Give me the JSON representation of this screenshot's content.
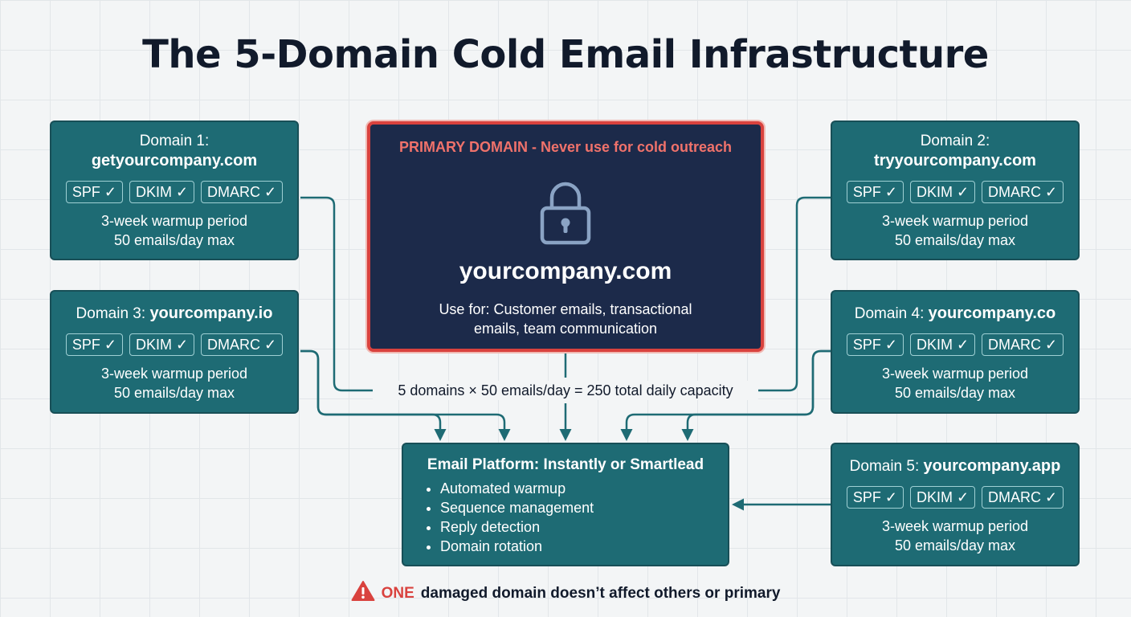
{
  "title": "The 5-Domain Cold Email Infrastructure",
  "domains": [
    {
      "label": "Domain 1:",
      "name": "getyourcompany.com",
      "tags": [
        "SPF ✓",
        "DKIM ✓",
        "DMARC ✓"
      ],
      "warmup": "3-week warmup period",
      "limit": "50 emails/day max"
    },
    {
      "label": "Domain 2:",
      "name": "tryyourcompany.com",
      "tags": [
        "SPF ✓",
        "DKIM ✓",
        "DMARC ✓"
      ],
      "warmup": "3-week warmup period",
      "limit": "50 emails/day max"
    },
    {
      "label": "Domain 3:",
      "name": "yourcompany.io",
      "tags": [
        "SPF ✓",
        "DKIM ✓",
        "DMARC ✓"
      ],
      "warmup": "3-week warmup period",
      "limit": "50 emails/day max"
    },
    {
      "label": "Domain 4:",
      "name": "yourcompany.co",
      "tags": [
        "SPF ✓",
        "DKIM ✓",
        "DMARC ✓"
      ],
      "warmup": "3-week warmup period",
      "limit": "50 emails/day max"
    },
    {
      "label": "Domain 5:",
      "name": "yourcompany.app",
      "tags": [
        "SPF ✓",
        "DKIM ✓",
        "DMARC ✓"
      ],
      "warmup": "3-week warmup period",
      "limit": "50 emails/day max"
    }
  ],
  "primary": {
    "warning": "PRIMARY DOMAIN - Never use for cold outreach",
    "icon": "lock-icon",
    "name": "yourcompany.com",
    "use": "Use for: Customer emails, transactional emails, team communication"
  },
  "capacity": "5 domains × 50 emails/day = 250 total daily capacity",
  "platform": {
    "title": "Email Platform: Instantly or Smartlead",
    "features": [
      "Automated warmup",
      "Sequence management",
      "Reply detection",
      "Domain rotation"
    ]
  },
  "footer": {
    "icon": "warning-icon",
    "emphasis": "ONE",
    "text": "damaged domain doesn’t affect others or primary"
  },
  "colors": {
    "teal_box": "#1e6b74",
    "navy_box": "#1c2a4a",
    "warning_red": "#d9423e",
    "connector": "#1e6b74"
  }
}
